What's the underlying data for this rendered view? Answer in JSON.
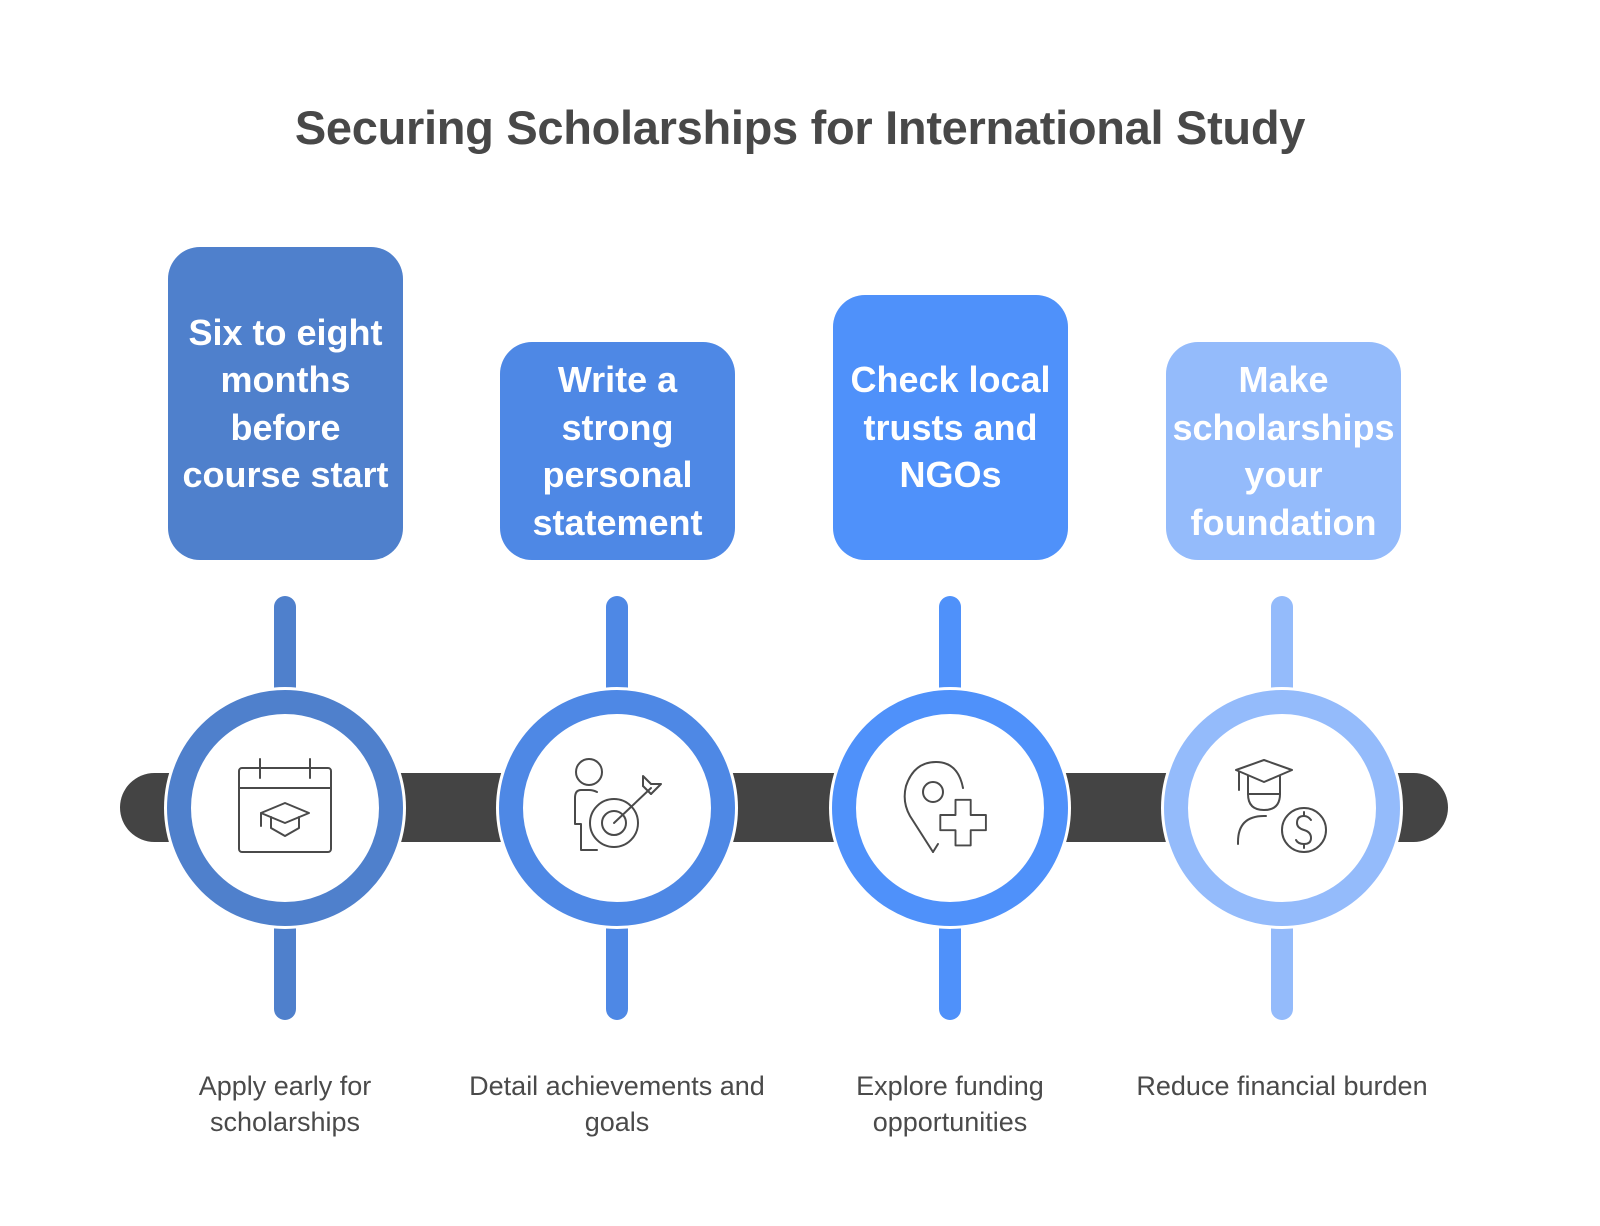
{
  "title": "Securing Scholarships for International Study",
  "steps": [
    {
      "box_text": "Six to eight months before course start",
      "caption": "Apply early for scholarships",
      "icon": "calendar-graduation-cap-icon",
      "color": "#4F80CC"
    },
    {
      "box_text": "Write a strong personal statement",
      "caption": "Detail achievements and goals",
      "icon": "person-target-icon",
      "color": "#4E88E5"
    },
    {
      "box_text": "Check local trusts and NGOs",
      "caption": "Explore funding opportunities",
      "icon": "location-pin-plus-icon",
      "color": "#4F91FA"
    },
    {
      "box_text": "Make scholarships your foundation",
      "caption": "Reduce financial burden",
      "icon": "graduate-dollar-icon",
      "color": "#94BBFB"
    }
  ],
  "colors": {
    "timeline_bar": "#444444",
    "title_text": "#484848",
    "caption_text": "#4A4A4A",
    "icon_stroke": "#4A4A4A"
  }
}
